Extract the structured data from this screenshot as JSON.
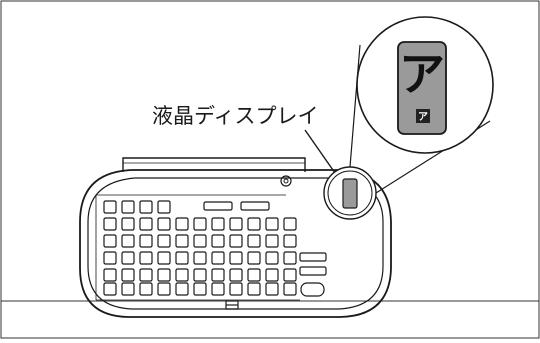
{
  "callout": {
    "label": "液晶ディスプレイ"
  },
  "display": {
    "large_char": "ア",
    "small_char": "ア"
  },
  "colors": {
    "line": "#1a1a1a",
    "grey": "#9a9a9a",
    "border": "#333333"
  }
}
